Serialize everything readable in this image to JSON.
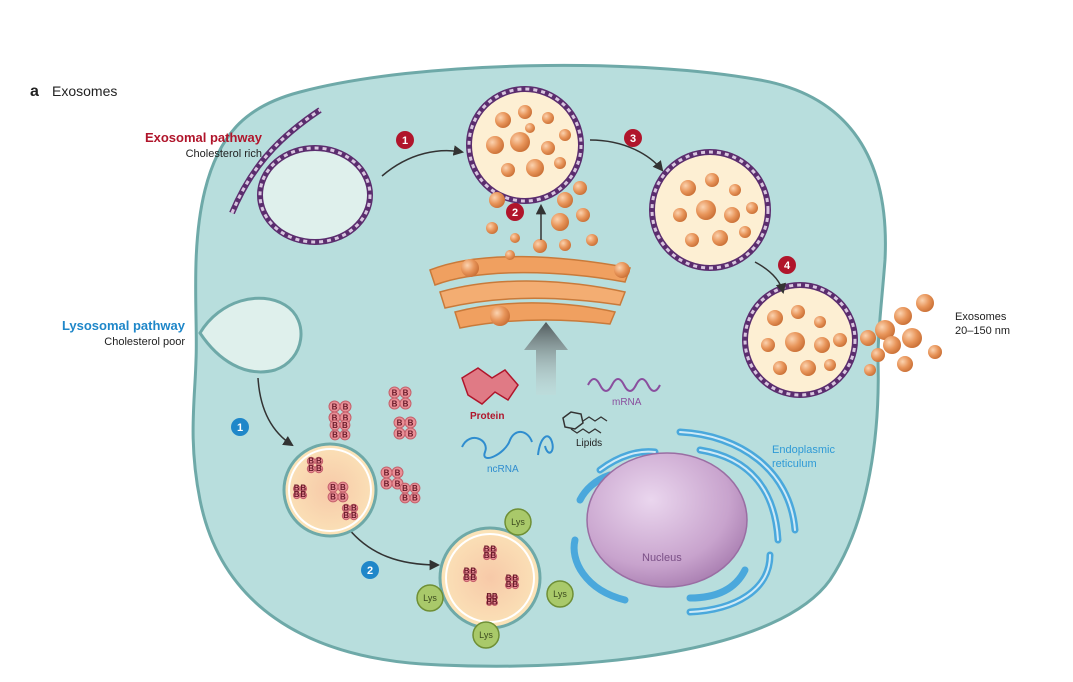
{
  "panel": {
    "letter": "a",
    "title": "Exosomes"
  },
  "labels": {
    "exosomal_pathway": "Exosomal pathway",
    "exosomal_sub": "Cholesterol rich",
    "lysosomal_pathway": "Lysosomal pathway",
    "lysosomal_sub": "Cholesterol poor",
    "exosomes_out": "Exosomes",
    "exosomes_size": "20–150 nm",
    "protein": "Protein",
    "mrna": "mRNA",
    "lipids": "Lipids",
    "ncrna": "ncRNA",
    "er_line1": "Endoplasmic",
    "er_line2": "reticulum",
    "nucleus": "Nucleus",
    "lys": "Lys",
    "b": "B"
  },
  "steps": {
    "exosomal": [
      "1",
      "2",
      "3",
      "4"
    ],
    "lysosomal": [
      "1",
      "2"
    ]
  },
  "colors": {
    "cell_fill": "#b8dedd",
    "cell_stroke": "#6ea9a8",
    "exosomal_red": "#b0152b",
    "lysosomal_blue": "#1f87c9",
    "er_blue": "#4aa8dc",
    "vesicle_fill": "#fdefd3",
    "exosome_orange": "#e8955a",
    "membrane_purple": "#5b2d6e",
    "golgi_orange": "#f0a060",
    "nucleus_purple": "#c8a3cd",
    "lys_green": "#a9c96a",
    "b_pink": "#e98f96"
  }
}
